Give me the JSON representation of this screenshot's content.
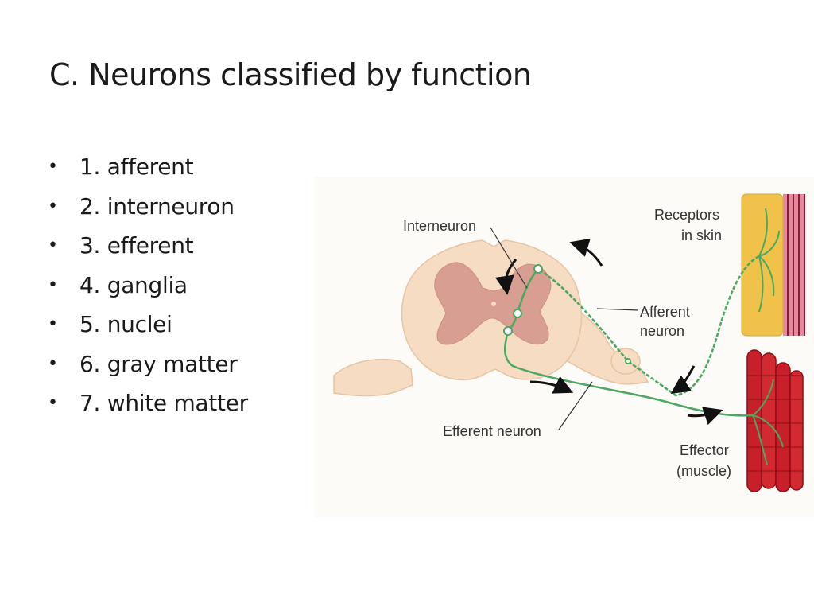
{
  "slide": {
    "title": "C.  Neurons classified by function",
    "bullets": [
      "1.  afferent",
      "2.  interneuron",
      "3.  efferent",
      "4.  ganglia",
      "5.  nuclei",
      "6.  gray matter",
      "7.  white matter"
    ]
  },
  "diagram": {
    "labels": {
      "interneuron": "Interneuron",
      "receptors_line1": "Receptors",
      "receptors_line2": "in skin",
      "afferent_line1": "Afferent",
      "afferent_line2": "neuron",
      "efferent": "Efferent neuron",
      "effector_line1": "Effector",
      "effector_line2": "(muscle)"
    },
    "colors": {
      "white_matter": "#f6dcc2",
      "gray_matter": "#d99e92",
      "neuron": "#4aa860",
      "skin": "#f0c24a",
      "muscle": "#c8202a",
      "arrow": "#111111"
    }
  }
}
